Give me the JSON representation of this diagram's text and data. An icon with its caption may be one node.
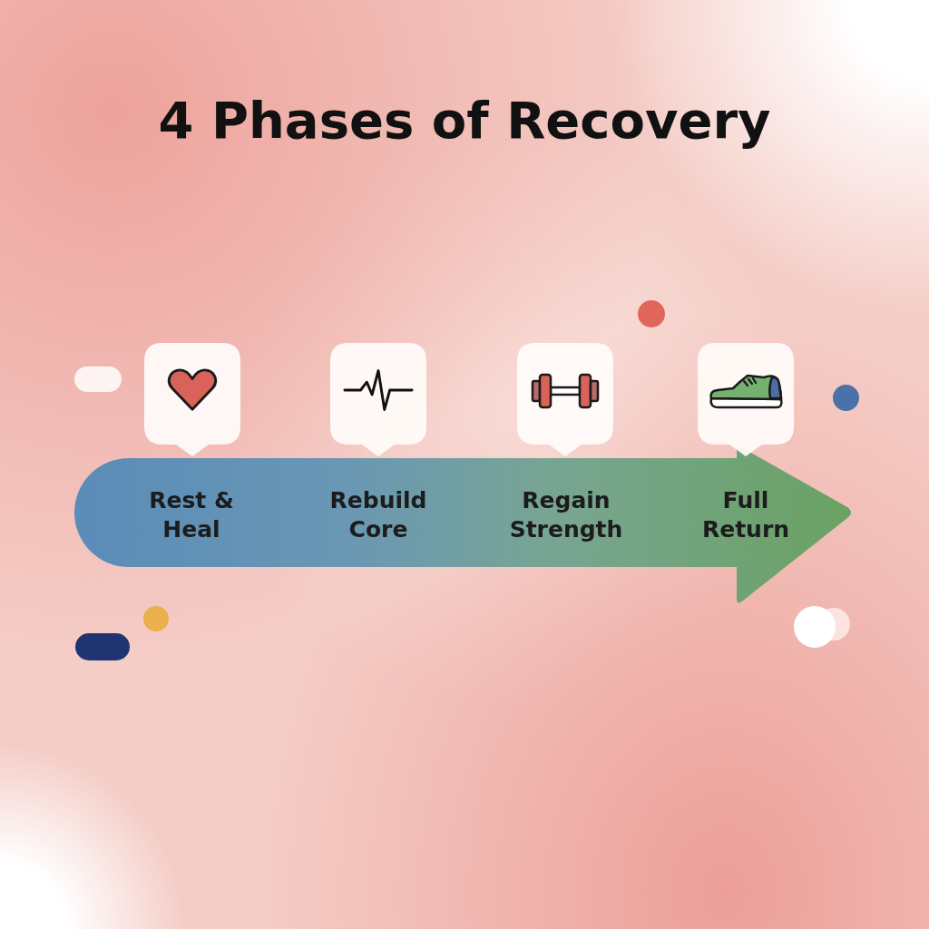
{
  "diagram": {
    "title": "4 Phases of Recovery",
    "nodes": [
      {
        "text": [
          "Rest & Heal",
          "Rebuild Core",
          "Regain Strength",
          "Full Return"
        ]
      }
    ]
  }
}
